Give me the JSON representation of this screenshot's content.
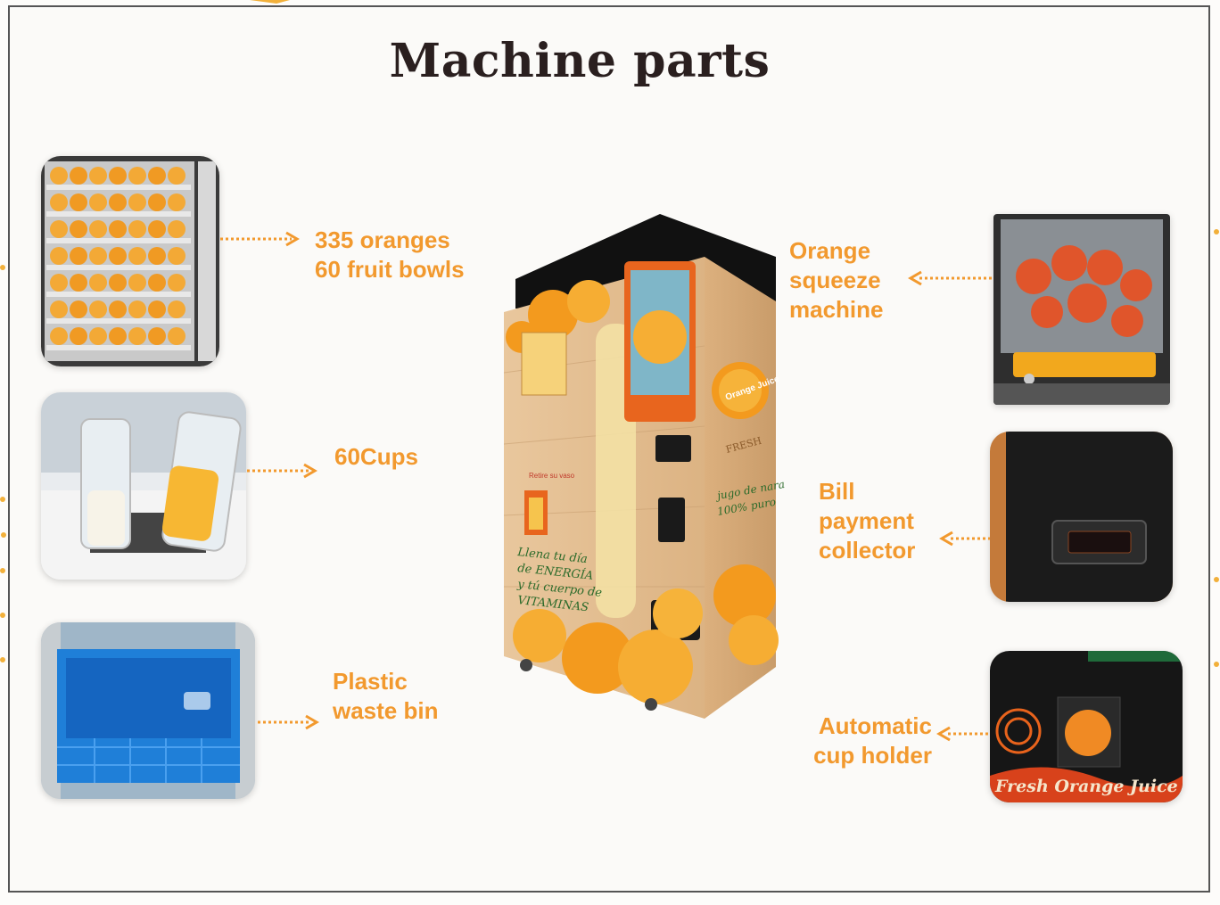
{
  "title": "Machine parts",
  "colors": {
    "accent_orange": "#f2992e",
    "title_color": "#2a1f1f",
    "frame_border": "#555555"
  },
  "left_parts": [
    {
      "lines": [
        "335 oranges",
        "60 fruit bowls"
      ],
      "photo": "orange-rack-photo"
    },
    {
      "lines": [
        "60Cups"
      ],
      "photo": "cups-photo"
    },
    {
      "lines": [
        "Plastic",
        "waste bin"
      ],
      "photo": "waste-bin-photo"
    }
  ],
  "right_parts": [
    {
      "lines": [
        "Orange",
        "squeeze",
        "machine"
      ],
      "photo": "squeezer-photo"
    },
    {
      "lines": [
        "Bill",
        "payment",
        "collector"
      ],
      "photo": "bill-collector-photo"
    },
    {
      "lines": [
        "Automatic",
        "cup holder"
      ],
      "photo": "cup-holder-photo"
    }
  ],
  "machine_text": {
    "brand": "FRESH",
    "slogan_es": [
      "jugo de naranja",
      "100% puro"
    ],
    "tagline_es": [
      "Llena tu día",
      "de ENERGÍA",
      "y tú cuerpo de",
      "VITAMINAS"
    ],
    "cup_notice": "Retire su vaso",
    "logo_text": "Orange Juice"
  },
  "cup_holder_text": {
    "banner": "Fresh Orange Juice"
  }
}
